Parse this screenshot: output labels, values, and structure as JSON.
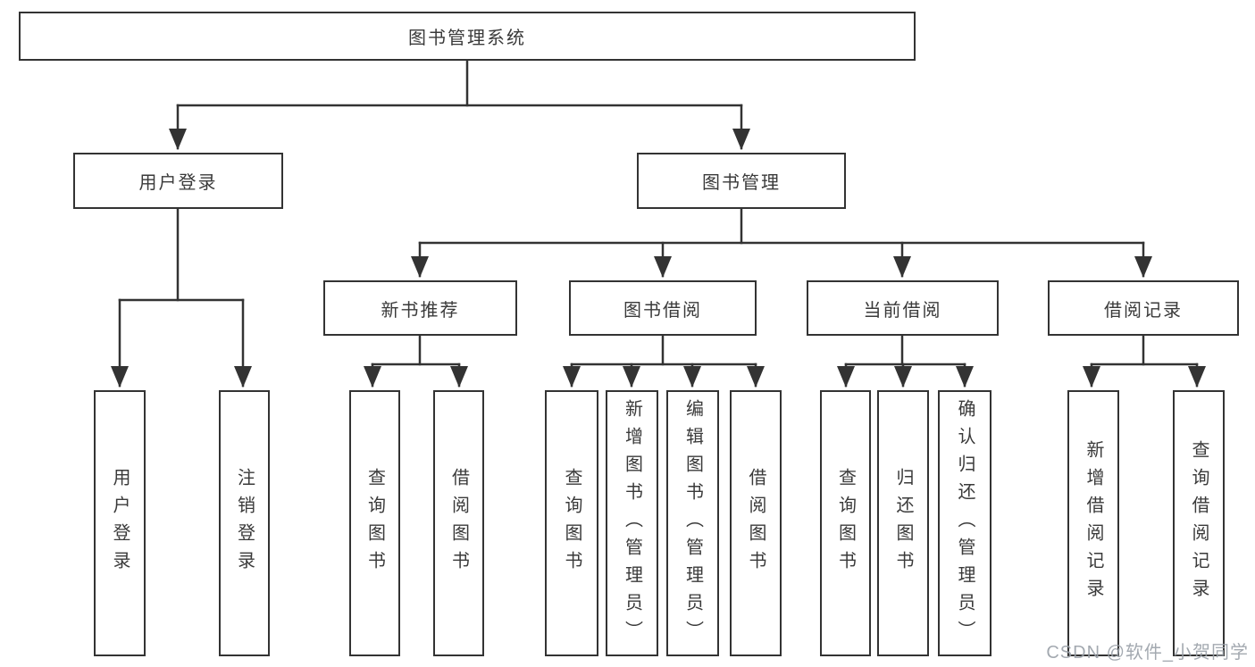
{
  "diagram": {
    "tree": {
      "label": "图书管理系统",
      "children": [
        {
          "label": "用户登录",
          "children": [
            {
              "label": "用户登录"
            },
            {
              "label": "注销登录"
            }
          ]
        },
        {
          "label": "图书管理",
          "children": [
            {
              "label": "新书推荐",
              "children": [
                {
                  "label": "查询图书"
                },
                {
                  "label": "借阅图书"
                }
              ]
            },
            {
              "label": "图书借阅",
              "children": [
                {
                  "label": "查询图书"
                },
                {
                  "label": "新增图书（管理员）"
                },
                {
                  "label": "编辑图书（管理员）"
                },
                {
                  "label": "借阅图书"
                }
              ]
            },
            {
              "label": "当前借阅",
              "children": [
                {
                  "label": "查询图书"
                },
                {
                  "label": "归还图书"
                },
                {
                  "label": "确认归还（管理员）"
                }
              ]
            },
            {
              "label": "借阅记录",
              "children": [
                {
                  "label": "新增借阅记录"
                },
                {
                  "label": "查询借阅记录"
                }
              ]
            }
          ]
        }
      ]
    }
  },
  "watermark": {
    "text": "CSDN @软件_小贺同学"
  },
  "colors": {
    "line": "#333333",
    "text": "#3a3a3a",
    "watermark": "#9aa0a8",
    "background": "#ffffff"
  }
}
